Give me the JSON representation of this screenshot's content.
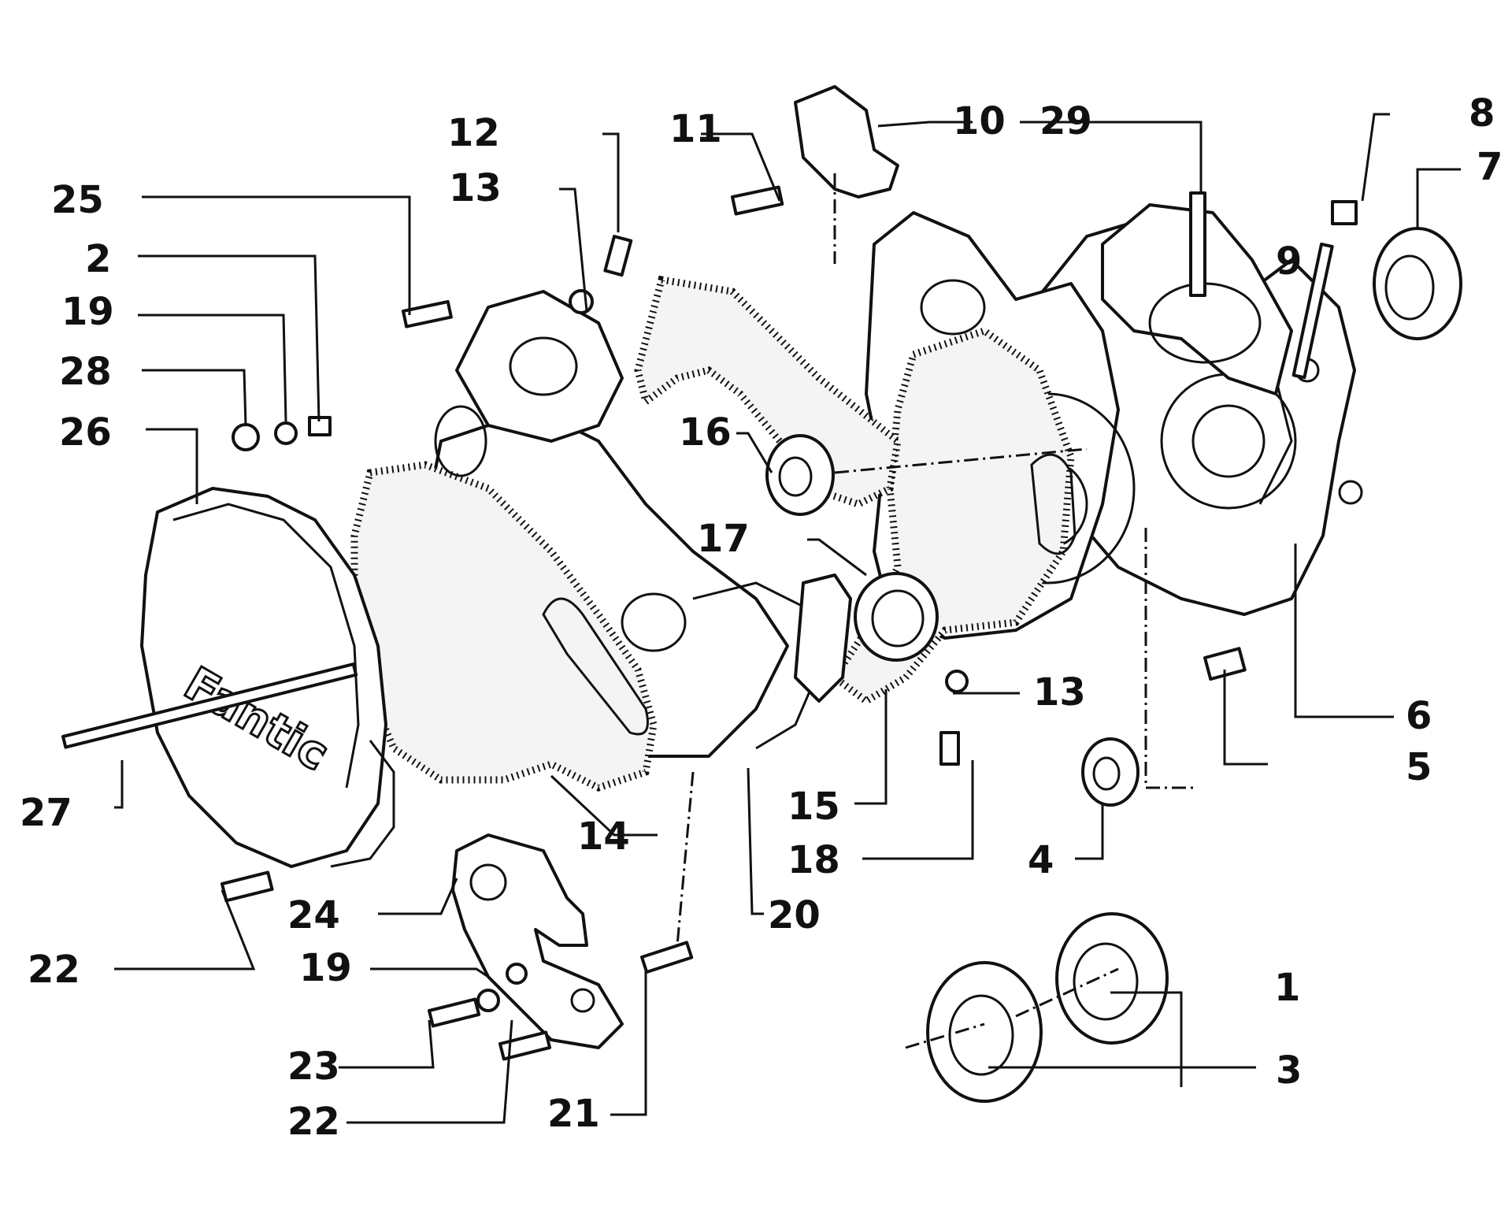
{
  "cover_logo": {
    "text": "Fantic"
  },
  "callouts": [
    {
      "id": "c1",
      "label": "1"
    },
    {
      "id": "c2",
      "label": "2"
    },
    {
      "id": "c3",
      "label": "3"
    },
    {
      "id": "c4",
      "label": "4"
    },
    {
      "id": "c5",
      "label": "5"
    },
    {
      "id": "c6",
      "label": "6"
    },
    {
      "id": "c7",
      "label": "7"
    },
    {
      "id": "c8",
      "label": "8"
    },
    {
      "id": "c9",
      "label": "9"
    },
    {
      "id": "c10",
      "label": "10"
    },
    {
      "id": "c11",
      "label": "11"
    },
    {
      "id": "c12",
      "label": "12"
    },
    {
      "id": "c13a",
      "label": "13"
    },
    {
      "id": "c13b",
      "label": "13"
    },
    {
      "id": "c14",
      "label": "14"
    },
    {
      "id": "c15",
      "label": "15"
    },
    {
      "id": "c16",
      "label": "16"
    },
    {
      "id": "c17",
      "label": "17"
    },
    {
      "id": "c18",
      "label": "18"
    },
    {
      "id": "c19a",
      "label": "19"
    },
    {
      "id": "c19b",
      "label": "19"
    },
    {
      "id": "c20",
      "label": "20"
    },
    {
      "id": "c21",
      "label": "21"
    },
    {
      "id": "c22a",
      "label": "22"
    },
    {
      "id": "c22b",
      "label": "22"
    },
    {
      "id": "c23",
      "label": "23"
    },
    {
      "id": "c24",
      "label": "24"
    },
    {
      "id": "c25",
      "label": "25"
    },
    {
      "id": "c26",
      "label": "26"
    },
    {
      "id": "c27",
      "label": "27"
    },
    {
      "id": "c28",
      "label": "28"
    },
    {
      "id": "c29",
      "label": "29"
    }
  ]
}
